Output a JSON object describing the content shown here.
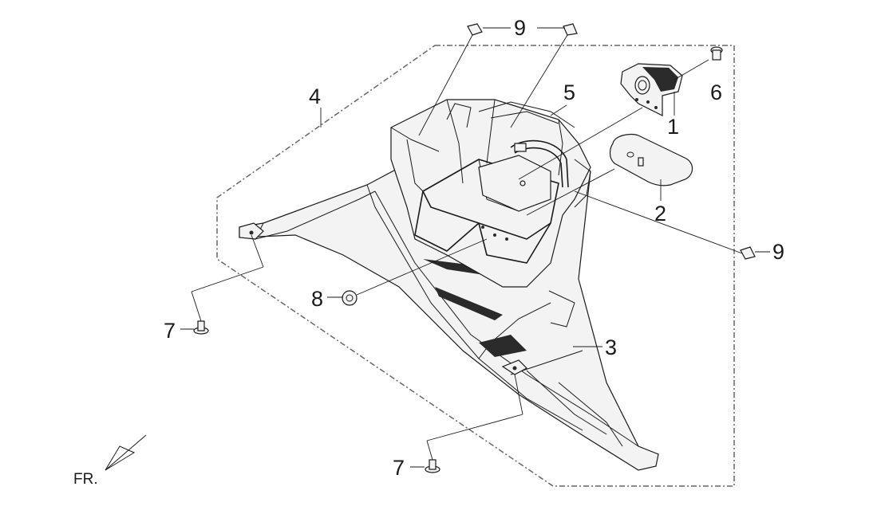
{
  "diagram": {
    "labels": {
      "part_1": "1",
      "part_2": "2",
      "part_3": "3",
      "part_4": "4",
      "part_5": "5",
      "part_6": "6",
      "part_7a": "7",
      "part_7b": "7",
      "part_8": "8",
      "part_9a": "9",
      "part_9b": "9"
    },
    "front_indicator": "FR."
  }
}
